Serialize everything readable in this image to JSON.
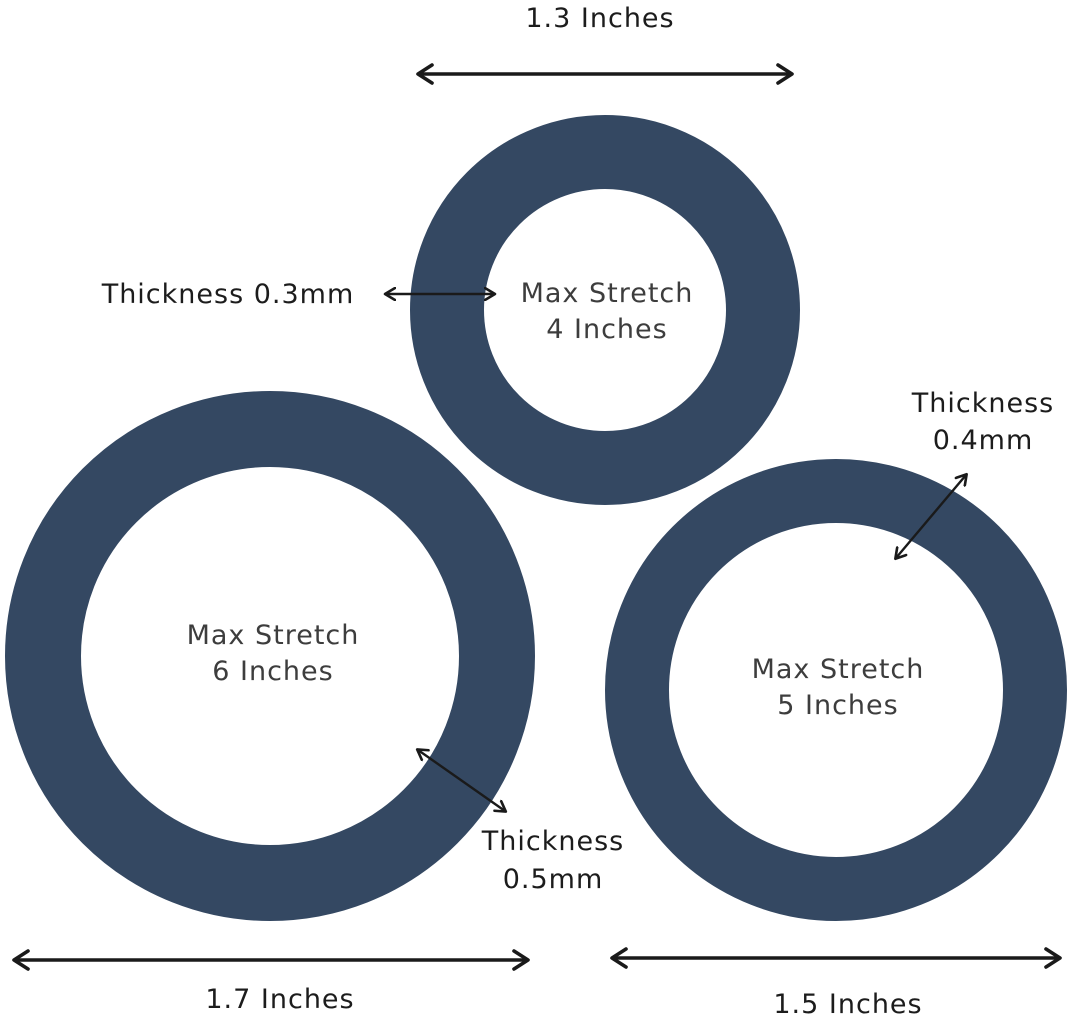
{
  "colors": {
    "ring": "#344862",
    "ring_edge": "#2c3d55",
    "arrow": "#1a1a1a",
    "text": "#1c1c1c",
    "inner_text": "#3d3d3d",
    "background": "#ffffff"
  },
  "small_ring": {
    "width_label": "1.3 Inches",
    "thickness_label": "Thickness 0.3mm",
    "stretch_line1": "Max Stretch",
    "stretch_line2": "4 Inches"
  },
  "large_ring": {
    "width_label": "1.7 Inches",
    "thickness_line1": "Thickness",
    "thickness_line2": "0.5mm",
    "stretch_line1": "Max Stretch",
    "stretch_line2": "6 Inches"
  },
  "medium_ring": {
    "width_label": "1.5 Inches",
    "thickness_line1": "Thickness",
    "thickness_line2": "0.4mm",
    "stretch_line1": "Max Stretch",
    "stretch_line2": "5 Inches"
  }
}
